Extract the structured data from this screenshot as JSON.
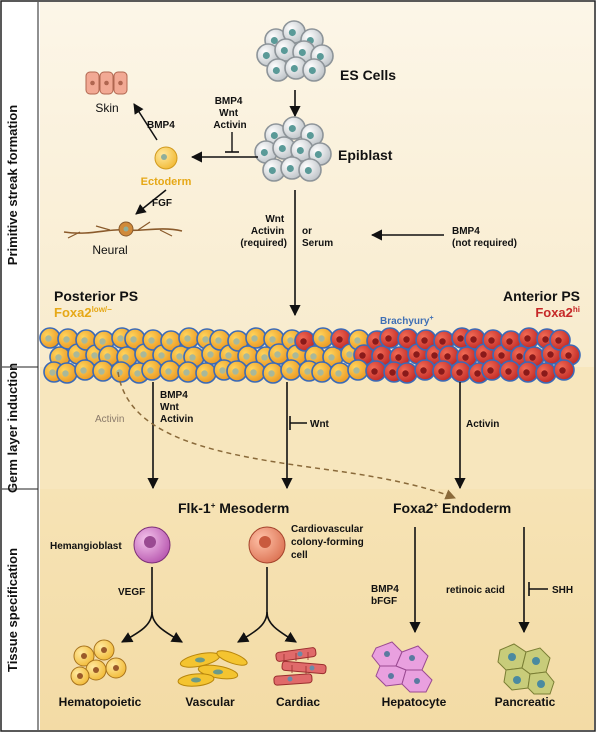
{
  "sections": {
    "primitive_streak": "Primitive streak formation",
    "germ_layer": "Germ layer induction",
    "tissue": "Tissue specification"
  },
  "nodes": {
    "es_cells": "ES Cells",
    "epiblast": "Epiblast",
    "skin": "Skin",
    "ectoderm": "Ectoderm",
    "neural": "Neural",
    "posterior_ps": "Posterior PS",
    "posterior_foxa2_base": "Foxa2",
    "posterior_foxa2_sup": "low/−",
    "anterior_ps": "Anterior PS",
    "anterior_foxa2_base": "Foxa2",
    "anterior_foxa2_sup": "hi",
    "brachyury_base": "Brachyury",
    "brachyury_sup": "+",
    "mesoderm_a": "Flk-1",
    "mesoderm_sup": "+",
    "mesoderm_b": " Mesoderm",
    "endoderm_a": "Foxa2",
    "endoderm_sup": "+",
    "endoderm_b": " Endoderm",
    "hemangioblast": "Hemangioblast",
    "cardio_1": "Cardiovascular",
    "cardio_2": "colony-forming",
    "cardio_3": "cell",
    "hematopoietic": "Hematopoietic",
    "vascular": "Vascular",
    "cardiac": "Cardiac",
    "hepatocyte": "Hepatocyte",
    "pancreatic": "Pancreatic"
  },
  "signals": {
    "bmp4_wnt_activin_top": [
      "BMP4",
      "Wnt",
      "Activin"
    ],
    "bmp4_skin": "BMP4",
    "fgf": "FGF",
    "wnt_activin_serum": [
      "Wnt",
      "Activin",
      "(required)"
    ],
    "or": "or",
    "serum": "Serum",
    "bmp4_not_required": [
      "BMP4",
      "(not required)"
    ],
    "bmp4_wnt_activin_mid": [
      "BMP4",
      "Wnt",
      "Activin"
    ],
    "activin_dashed": "Activin",
    "wnt_inhibit": "Wnt",
    "activin_endo": "Activin",
    "vegf": "VEGF",
    "bmp4_bfgf": [
      "BMP4",
      "bFGF"
    ],
    "retinoic_acid": "retinoic acid",
    "shh": "SHH"
  },
  "colors": {
    "band_cream": "#fcf4e3",
    "band_tan": "#f5dfae",
    "posterior_label": "#e6a817",
    "anterior_label": "#c62828",
    "brachyury": "#3f6fb5",
    "ectoderm": "#e6a817",
    "cell_border": "#3a6ab8",
    "orange_cell": "#f3a52a",
    "red_cell": "#d23a2f"
  }
}
